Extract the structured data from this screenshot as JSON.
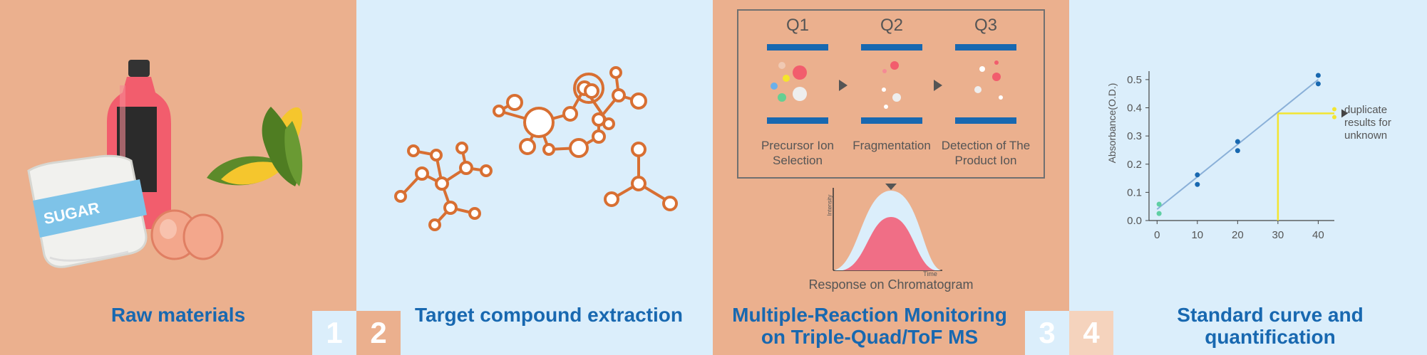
{
  "colors": {
    "panel_peach": "#ebb08e",
    "panel_blue": "#dbeefb",
    "caption_blue": "#1868b0",
    "molecule_orange": "#d86f32",
    "bar_blue": "#1868b0",
    "guide_yellow": "#f2e531"
  },
  "panels": [
    {
      "caption": "Raw materials",
      "step": "1"
    },
    {
      "caption": "Target compound extraction",
      "step": "2"
    },
    {
      "caption_line1": "Multiple-Reaction Monitoring",
      "caption_line2": "on Triple-Quad/ToF MS",
      "step": "3"
    },
    {
      "caption_line1": "Standard curve and",
      "caption_line2": "quantification",
      "step": "4"
    }
  ],
  "raw": {
    "sugar_label": "SUGAR"
  },
  "mrm": {
    "q1": "Q1",
    "q2": "Q2",
    "q3": "Q3",
    "q1_desc_line1": "Precursor Ion",
    "q1_desc_line2": "Selection",
    "q2_desc": "Fragmentation",
    "q3_desc_line1": "Detection of The",
    "q3_desc_line2": "Product Ion",
    "chrom_ylabel": "Intensity",
    "chrom_xlabel": "Time",
    "chrom_caption": "Response on Chromatogram"
  },
  "chart_data": {
    "type": "scatter",
    "ylabel": "Absorbance(O.D.)",
    "xlabel": "",
    "xlim": [
      -2,
      44
    ],
    "ylim": [
      0,
      0.53
    ],
    "xticks": [
      "0",
      "10",
      "20",
      "30",
      "40"
    ],
    "yticks": [
      "0.0",
      "0.1",
      "0.2",
      "0.3",
      "0.4",
      "0.5"
    ],
    "points": [
      {
        "x": 0.5,
        "y": 0.058
      },
      {
        "x": 0.5,
        "y": 0.025
      },
      {
        "x": 10,
        "y": 0.162
      },
      {
        "x": 10,
        "y": 0.128
      },
      {
        "x": 20,
        "y": 0.28
      },
      {
        "x": 20,
        "y": 0.248
      },
      {
        "x": 40,
        "y": 0.515
      },
      {
        "x": 40,
        "y": 0.485
      }
    ],
    "fit_line": [
      [
        0,
        0.04
      ],
      [
        40,
        0.5
      ]
    ],
    "unknown": {
      "x": 30,
      "y": 0.38,
      "ends": [
        0.395,
        0.367
      ]
    },
    "annotation_line1": "duplicate",
    "annotation_line2": "results for",
    "annotation_line3": "unknown"
  }
}
